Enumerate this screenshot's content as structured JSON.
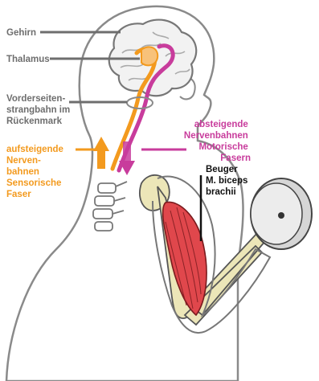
{
  "labels": {
    "brain": "Gehirn",
    "thalamus": "Thalamus",
    "tract": [
      "Vorderseiten-",
      "strangbahn im",
      "Rückenmark"
    ],
    "ascending": [
      "aufsteigende",
      "Nerven-",
      "bahnen",
      "Sensorische",
      "Faser"
    ],
    "descending": [
      "absteigende",
      "Nervenbahnen",
      "Motorische",
      "Fasern"
    ],
    "muscle": [
      "Beuger",
      "M. biceps",
      "brachii"
    ]
  },
  "colors": {
    "label_gray": "#6e6e6e",
    "sensory_orange": "#f39a1e",
    "motor_magenta": "#c83c9c",
    "muscle_red": "#e0474c",
    "bone_beige": "#ece6b8",
    "body_outline": "#8a8a8a",
    "brain_fill": "#f2f2f2"
  },
  "icons": [
    "dumbbell-icon",
    "up-arrow-icon",
    "down-arrow-icon"
  ]
}
